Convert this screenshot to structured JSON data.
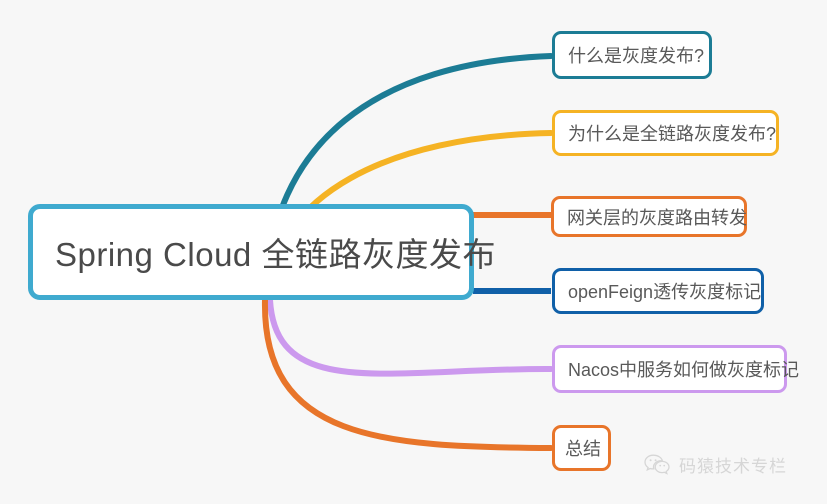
{
  "diagram": {
    "type": "mindmap",
    "background_color": "#f7f7f7",
    "root": {
      "label": "Spring Cloud 全链路灰度发布",
      "border_color": "#3FAACF",
      "fill_color": "#ffffff",
      "text_color": "#4a4a4a"
    },
    "branches": [
      {
        "id": "1",
        "label": "什么是灰度发布?",
        "color": "#1C7C95",
        "connector_style": "curve"
      },
      {
        "id": "2",
        "label": "为什么是全链路灰度发布?",
        "color": "#F5B324",
        "connector_style": "curve"
      },
      {
        "id": "3",
        "label": "网关层的灰度路由转发",
        "color": "#E8752A",
        "connector_style": "straight"
      },
      {
        "id": "4",
        "label": "openFeign透传灰度标记",
        "color": "#1060A8",
        "connector_style": "straight"
      },
      {
        "id": "5",
        "label": "Nacos中服务如何做灰度标记",
        "color": "#CC99EE",
        "connector_style": "curve"
      },
      {
        "id": "6",
        "label": "总结",
        "color": "#E8752A",
        "connector_style": "curve"
      }
    ]
  },
  "watermark": {
    "icon": "wechat-icon",
    "text": "码猿技术专栏",
    "color": "#8c8c8c"
  }
}
